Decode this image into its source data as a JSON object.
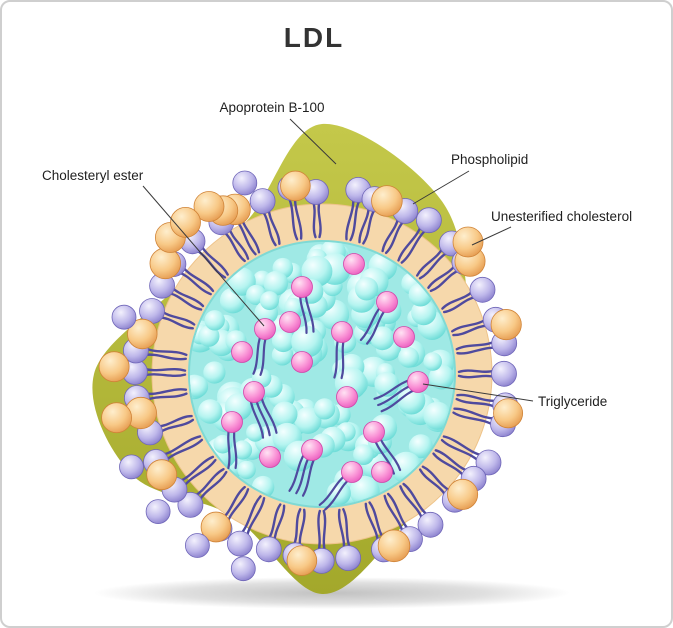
{
  "title": "LDL",
  "labels": {
    "apoprotein": "Apoprotein B-100",
    "phospholipid": "Phospholipid",
    "unesterified_cholesterol": "Unesterified cholesterol",
    "cholesteryl_ester": "Cholesteryl ester",
    "triglyceride": "Triglyceride"
  },
  "colors": {
    "background": "#ffffff",
    "frame_border": "#cfcfcf",
    "title_text": "#333333",
    "label_text": "#1f1f1f",
    "leader_line": "#3a3a3a",
    "olive_light": "#c4c84a",
    "olive_dark": "#a3a82b",
    "shell_fill": "#f6d8ab",
    "shell_stroke": "#eec38a",
    "core_fill": "#9fe9e5",
    "core_stroke": "#7fd9d4",
    "tail_stroke": "#4f4a9e",
    "purple_sphere": [
      "#f3f1fd",
      "#beb7ea",
      "#8176c8"
    ],
    "purple_stroke": "#6f66b8",
    "orange_sphere": [
      "#feeecd",
      "#f8c987",
      "#e29347"
    ],
    "orange_stroke": "#d08438",
    "pink_sphere": [
      "#ffe3f4",
      "#fa93d6",
      "#e755bc"
    ],
    "pink_stroke": "#d245a8",
    "cyan_sphere": [
      "#f4ffff",
      "#b5f4f0",
      "#59d5d0"
    ],
    "shadow": "#8f8f8f"
  }
}
